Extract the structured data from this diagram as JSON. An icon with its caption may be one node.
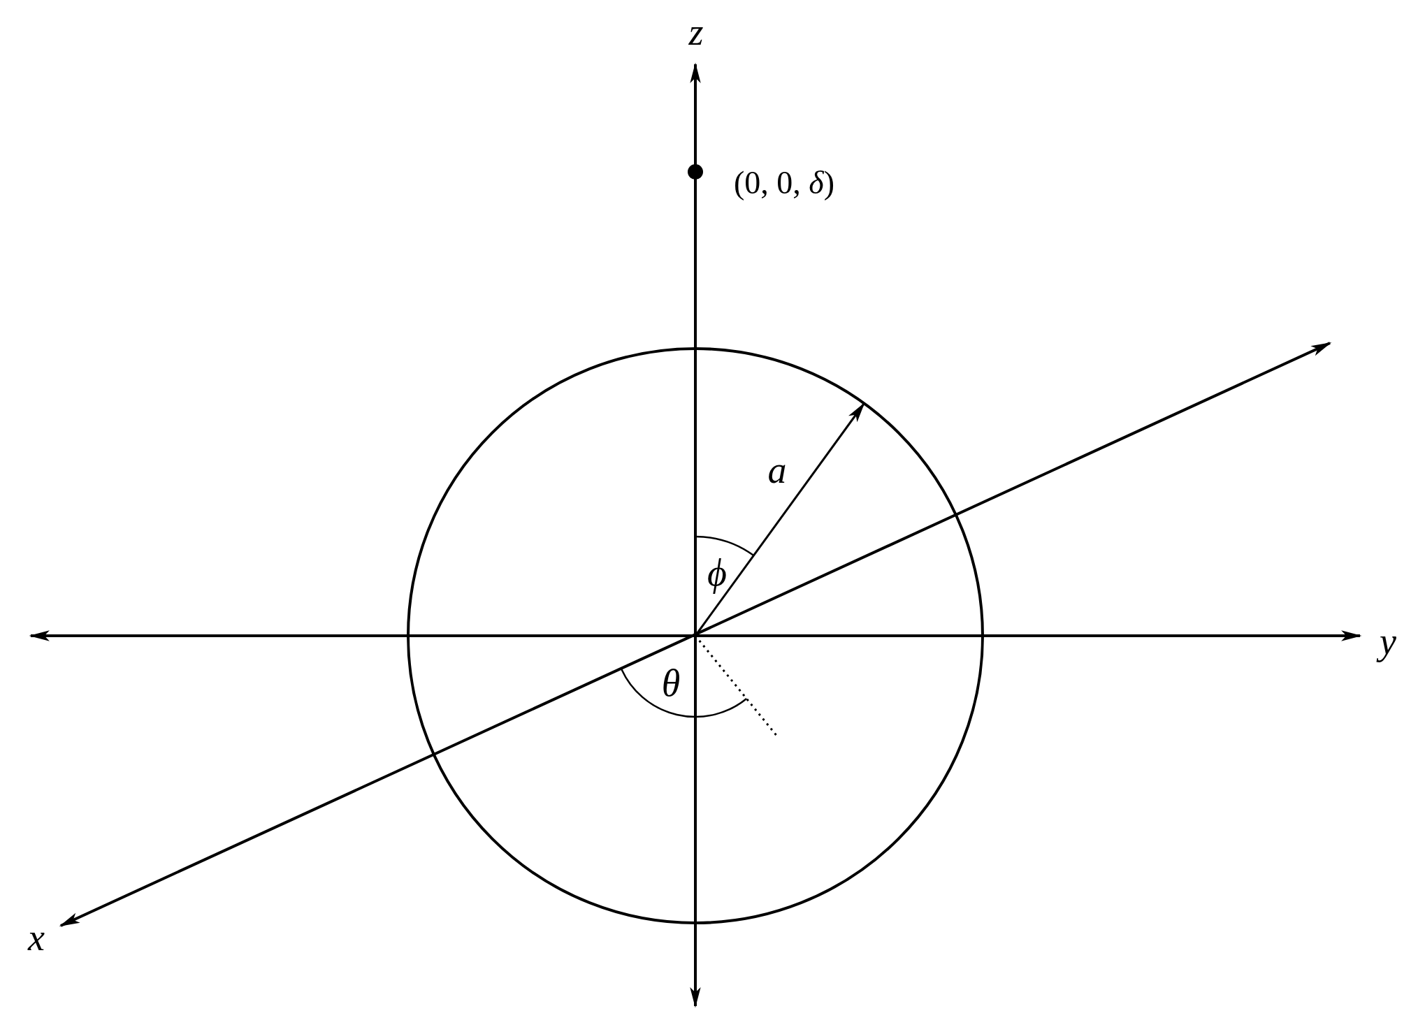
{
  "diagram": {
    "labels": [
      "z",
      "(0, 0, *δ*)",
      "a",
      "ϕ",
      "y",
      "θ",
      "x"
    ]
  }
}
